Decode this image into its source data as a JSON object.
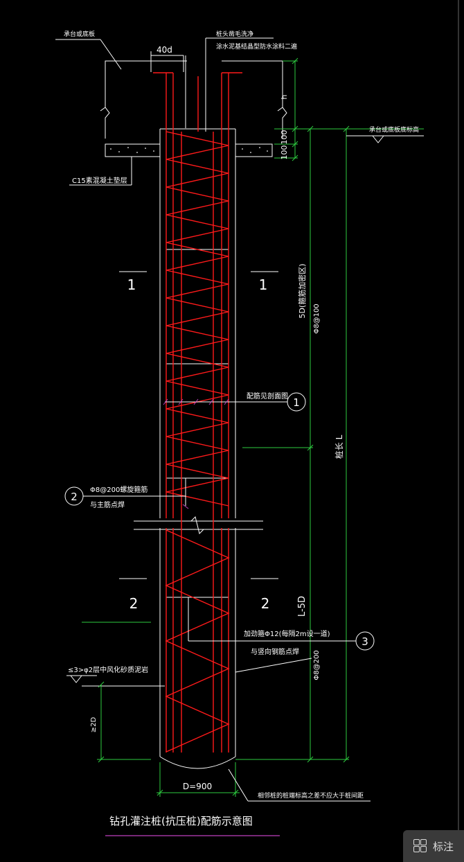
{
  "labels": {
    "cap_top": "承台或底板",
    "rebar_note_l1": "桩头凿毛洗净",
    "rebar_note_l2": "涂水泥基结晶型防水涂料二遍",
    "dim_40d": "40d",
    "dim_h": "h",
    "dim_100a": "100",
    "dim_100b": "100",
    "cap_bottom": "承台或底板底标高",
    "cushion": "C15素混凝土垫层",
    "section1_left": "1",
    "section1_right": "1",
    "dim_5d": "5D(箍筋加密区)",
    "dim_5d_spacing": "Φ8@100",
    "note_1": "配筋见剖面图",
    "marker_1": "1",
    "dim_length": "桩长 L",
    "marker_2": "2",
    "note_2_l1": "Φ8@200螺旋箍筋",
    "note_2_l2": "与主筋点焊",
    "section2_left": "2",
    "section2_right": "2",
    "dim_l5d": "L-5D",
    "note_3": "加劲箍Φ12(每隔2m设一道)",
    "marker_3": "3",
    "note_weld": "与竖向钢筋点焊",
    "dim_l5d_spacing": "Φ8@200",
    "soil_note": "≤3>φ2层中风化砂质泥岩",
    "dim_2d": "≥2D",
    "dim_d": "D=900",
    "bottom_note": "相邻桩的桩端标高之差不应大于桩间距",
    "title": "钻孔灌注桩(抗压桩)配筋示意图"
  },
  "toolbar": {
    "annotate_label": "标注",
    "annotate_icon": "grid-icon"
  },
  "colors": {
    "background": "#000000",
    "line": "#ffffff",
    "dimension": "#2ecc40",
    "rebar": "#ff1a1a",
    "title_underline": "#c040c0"
  }
}
